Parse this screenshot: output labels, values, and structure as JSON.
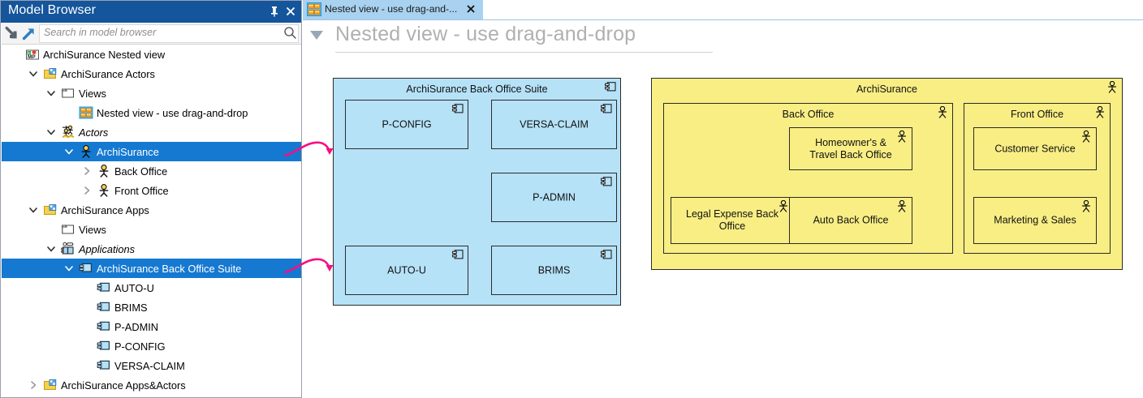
{
  "browser": {
    "title": "Model Browser",
    "pin_icon": "pin-icon",
    "close_icon": "close-icon",
    "nav_down_icon": "collapse-all-icon",
    "nav_up_icon": "link-with-editor-icon",
    "search_placeholder": "Search in model browser",
    "search_value": "",
    "search_icon": "search-icon",
    "tree": [
      {
        "label": "ArchiSurance Nested view",
        "indent": 0,
        "icon": "model-icon",
        "chev": "none",
        "selected": false,
        "italic": false
      },
      {
        "label": "ArchiSurance Actors",
        "indent": 1,
        "icon": "folder-model-icon",
        "chev": "down",
        "selected": false,
        "italic": false
      },
      {
        "label": "Views",
        "indent": 2,
        "icon": "folder-icon",
        "chev": "down",
        "selected": false,
        "italic": false
      },
      {
        "label": "Nested view - use drag-and-drop",
        "indent": 3,
        "icon": "view-icon",
        "chev": "none",
        "selected": false,
        "italic": false
      },
      {
        "label": "Actors",
        "indent": 2,
        "icon": "actors-group-icon",
        "chev": "down",
        "selected": false,
        "italic": true
      },
      {
        "label": "ArchiSurance",
        "indent": 3,
        "icon": "actor-icon",
        "chev": "down",
        "selected": true,
        "italic": false
      },
      {
        "label": "Back Office",
        "indent": 4,
        "icon": "actor-icon",
        "chev": "right",
        "selected": false,
        "italic": false
      },
      {
        "label": "Front Office",
        "indent": 4,
        "icon": "actor-icon",
        "chev": "right",
        "selected": false,
        "italic": false
      },
      {
        "label": "ArchiSurance Apps",
        "indent": 1,
        "icon": "folder-model-icon",
        "chev": "down",
        "selected": false,
        "italic": false
      },
      {
        "label": "Views",
        "indent": 2,
        "icon": "folder-icon",
        "chev": "none",
        "selected": false,
        "italic": false
      },
      {
        "label": "Applications",
        "indent": 2,
        "icon": "apps-group-icon",
        "chev": "down",
        "selected": false,
        "italic": true
      },
      {
        "label": "ArchiSurance Back Office Suite",
        "indent": 3,
        "icon": "component-icon",
        "chev": "down",
        "selected": true,
        "italic": false
      },
      {
        "label": "AUTO-U",
        "indent": 4,
        "icon": "component-icon",
        "chev": "none",
        "selected": false,
        "italic": false
      },
      {
        "label": "BRIMS",
        "indent": 4,
        "icon": "component-icon",
        "chev": "none",
        "selected": false,
        "italic": false
      },
      {
        "label": "P-ADMIN",
        "indent": 4,
        "icon": "component-icon",
        "chev": "none",
        "selected": false,
        "italic": false
      },
      {
        "label": "P-CONFIG",
        "indent": 4,
        "icon": "component-icon",
        "chev": "none",
        "selected": false,
        "italic": false
      },
      {
        "label": "VERSA-CLAIM",
        "indent": 4,
        "icon": "component-icon",
        "chev": "none",
        "selected": false,
        "italic": false
      },
      {
        "label": "ArchiSurance Apps&Actors",
        "indent": 1,
        "icon": "folder-model-icon",
        "chev": "right",
        "selected": false,
        "italic": false
      }
    ]
  },
  "editor": {
    "tab": {
      "label": "Nested view - use drag-and-...",
      "icon": "view-icon",
      "close_icon": "close-icon",
      "active": true
    },
    "view_title": "Nested view - use drag-and-drop",
    "collapse_icon": "triangle-down-icon"
  },
  "diagram": {
    "application_group": {
      "name": "ArchiSurance Back Office Suite",
      "badge": "component-icon",
      "fill": "#b6e2f8",
      "children": [
        {
          "name": "P-CONFIG",
          "badge": "component-icon"
        },
        {
          "name": "VERSA-CLAIM",
          "badge": "component-icon"
        },
        {
          "name": "P-ADMIN",
          "badge": "component-icon"
        },
        {
          "name": "AUTO-U",
          "badge": "component-icon"
        },
        {
          "name": "BRIMS",
          "badge": "component-icon"
        }
      ]
    },
    "actor_group": {
      "name": "ArchiSurance",
      "badge": "actor-icon",
      "fill": "#f9ee84",
      "children": [
        {
          "name": "Back Office",
          "badge": "actor-icon",
          "children": [
            {
              "name": "Homeowner's &\nTravel Back Office",
              "badge": "actor-icon"
            },
            {
              "name": "Legal Expense Back\nOffice",
              "badge": "actor-icon"
            },
            {
              "name": "Auto Back Office",
              "badge": "actor-icon"
            }
          ]
        },
        {
          "name": "Front Office",
          "badge": "actor-icon",
          "children": [
            {
              "name": "Customer Service",
              "badge": "actor-icon"
            },
            {
              "name": "Marketing & Sales",
              "badge": "actor-icon"
            }
          ]
        }
      ]
    },
    "annotations": {
      "arrow_color": "#f50f84",
      "arrows": [
        "arrow-archisurance-actor",
        "arrow-back-office-suite"
      ]
    }
  },
  "colors": {
    "title_bar": "#14559c",
    "selection": "#1579d1",
    "tab_active": "#a8d2f0",
    "application_fill": "#b6e2f8",
    "actor_fill": "#f9ee84",
    "node_border": "#2b2b2b",
    "annotation": "#f50f84"
  }
}
